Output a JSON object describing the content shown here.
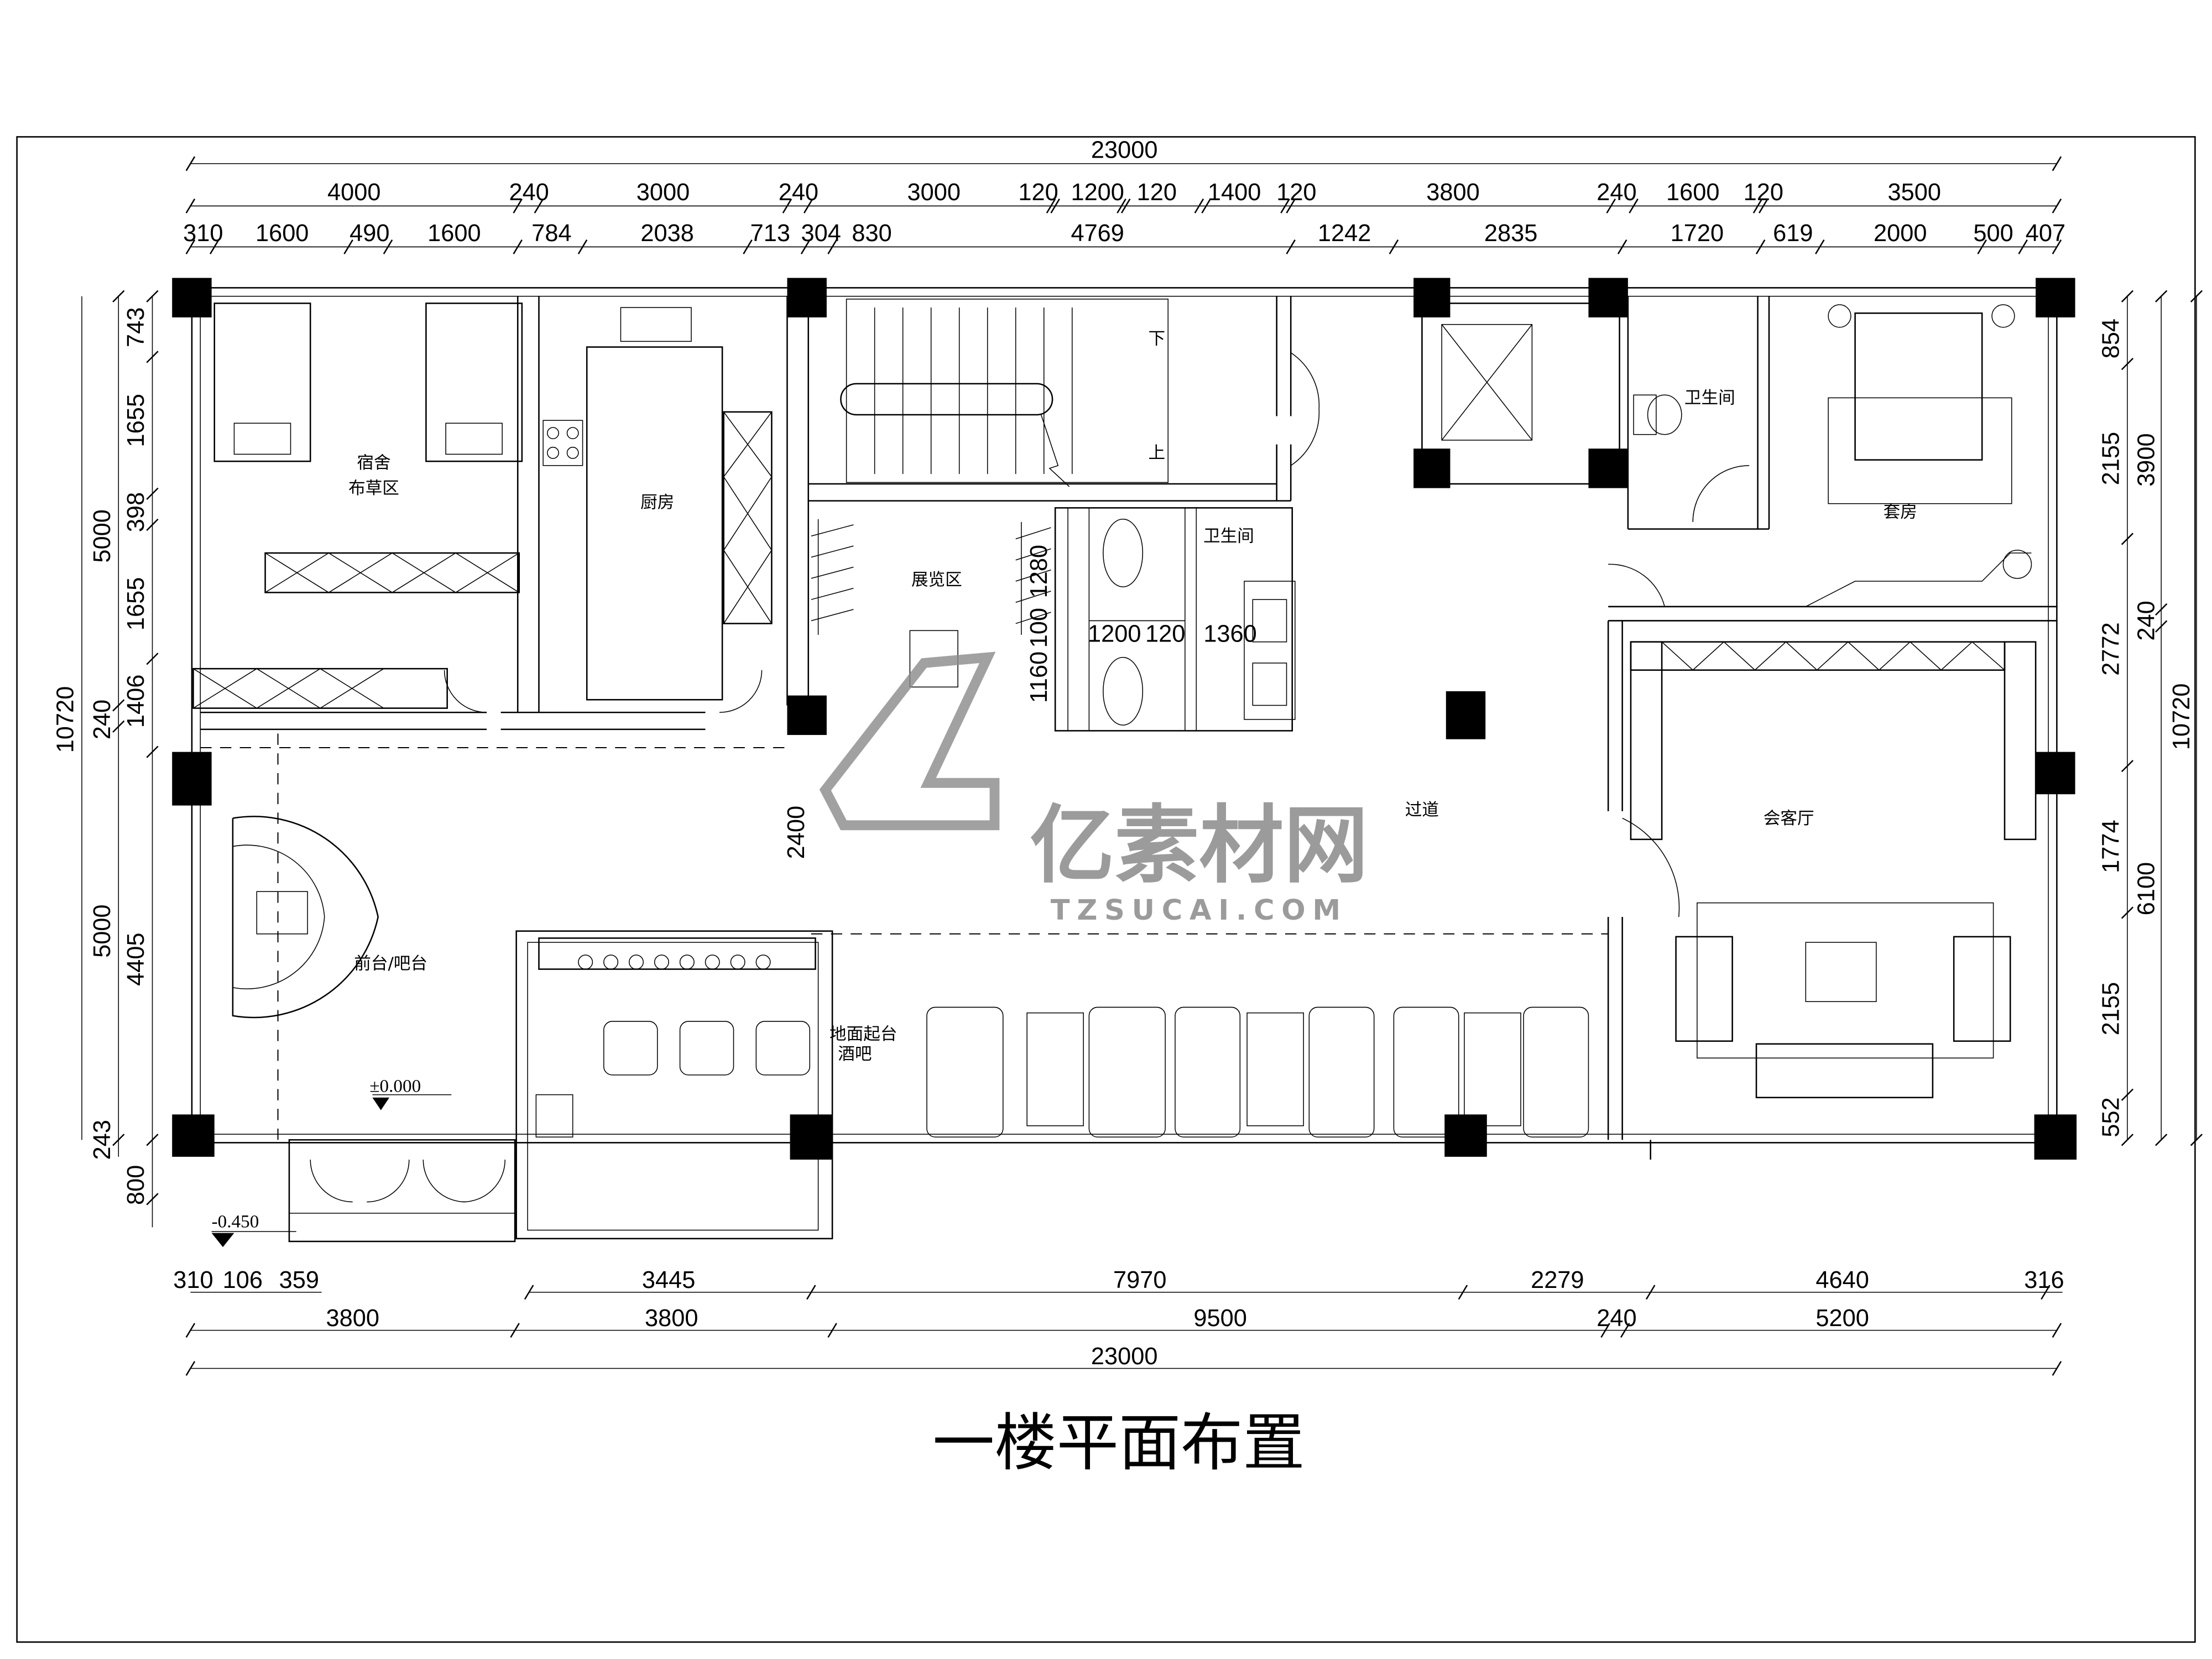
{
  "title": "一楼平面布置",
  "watermark": {
    "cn": "亿素材网",
    "en": "TZSUCAI.COM"
  },
  "rooms": {
    "dorm_line1": "宿舍",
    "dorm_line2": "布草区",
    "kitchen": "厨房",
    "exhibition": "展览区",
    "restroom_center": "卫生间",
    "restroom_suite": "卫生间",
    "suite": "套房",
    "corridor": "过道",
    "reception_hall": "会客厅",
    "front_desk": "前台/吧台",
    "bar_line1": "地面起台",
    "bar_line2": "酒吧"
  },
  "stairs": {
    "down": "下",
    "up": "上"
  },
  "elevations": {
    "floor": "±0.000",
    "entrance": "-0.450"
  },
  "dimensions": {
    "top": {
      "overall": "23000",
      "axis": [
        "4000",
        "240",
        "3000",
        "240",
        "3000",
        "120",
        "1200",
        "120",
        "1400",
        "120",
        "3800",
        "240",
        "1600",
        "120",
        "3500"
      ],
      "detail": [
        "310",
        "1600",
        "490",
        "1600",
        "784",
        "2038",
        "713",
        "304",
        "830",
        "4769",
        "1242",
        "2835",
        "1720",
        "619",
        "2000",
        "500",
        "407"
      ]
    },
    "bottom": {
      "detail": [
        "310",
        "106",
        "359",
        "3445",
        "7970",
        "2279",
        "4640",
        "316"
      ],
      "axis": [
        "3800",
        "3800",
        "9500",
        "240",
        "5200"
      ],
      "overall": "23000"
    },
    "left": {
      "overall": "10720",
      "axis": [
        "5000",
        "240",
        "5000",
        "243"
      ],
      "detail": [
        "743",
        "1655",
        "398",
        "1655",
        "1406",
        "4405",
        "800"
      ]
    },
    "right": {
      "detail": [
        "854",
        "2155",
        "2772",
        "1774",
        "2155",
        "552"
      ],
      "axis": [
        "3900",
        "240",
        "6100"
      ],
      "overall": "10720"
    },
    "internal": {
      "passage_height": "2400",
      "restroom_vertical": [
        "1160",
        "100",
        "1280"
      ],
      "restroom_horizontal": [
        "1200",
        "120",
        "1360"
      ]
    }
  }
}
